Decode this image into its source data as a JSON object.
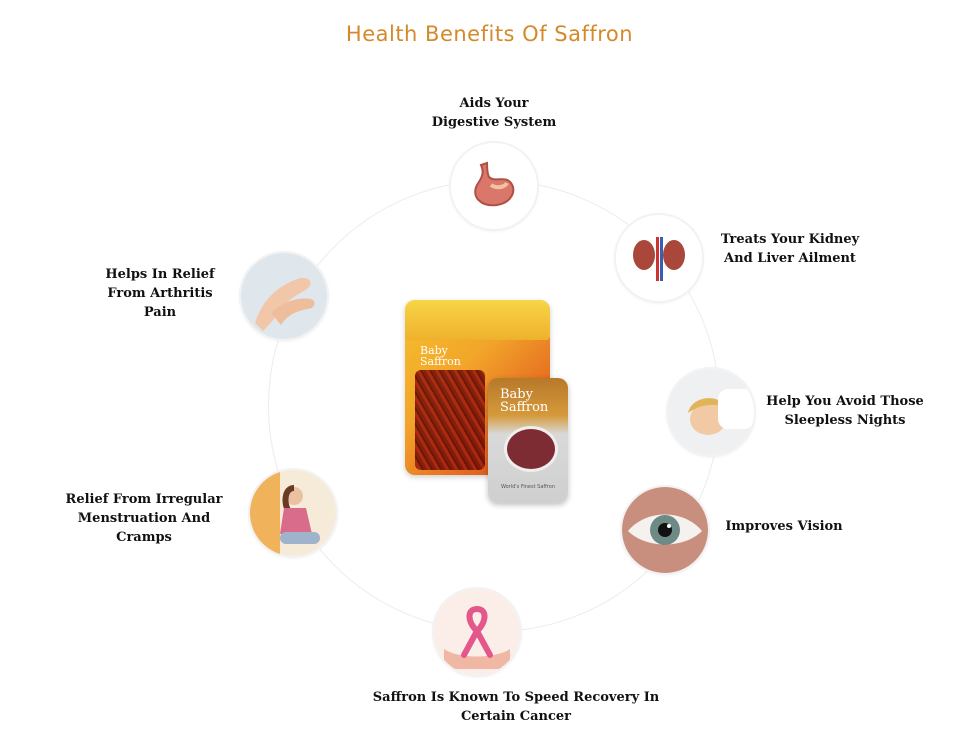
{
  "title": "Health Benefits Of Saffron",
  "product": {
    "brand_line1": "Baby",
    "brand_line2": "Saffron",
    "tagline": "World's Finest Saffron"
  },
  "benefits": [
    {
      "id": "digestive",
      "label_lines": [
        "Aids Your",
        "Digestive System"
      ],
      "icon": "stomach-icon"
    },
    {
      "id": "kidney",
      "label_lines": [
        "Treats Your Kidney",
        "And Liver Ailment"
      ],
      "icon": "kidney-icon"
    },
    {
      "id": "sleep",
      "label_lines": [
        "Help You Avoid Those",
        "Sleepless Nights"
      ],
      "icon": "sleeping-child-icon"
    },
    {
      "id": "vision",
      "label_lines": [
        "Improves Vision"
      ],
      "icon": "eye-icon"
    },
    {
      "id": "cancer",
      "label_lines": [
        "Saffron Is Known To Speed Recovery In",
        "Certain Cancer"
      ],
      "icon": "pink-ribbon-icon"
    },
    {
      "id": "menstruation",
      "label_lines": [
        "Relief From Irregular",
        "Menstruation And",
        "Cramps"
      ],
      "icon": "woman-cramps-icon"
    },
    {
      "id": "arthritis",
      "label_lines": [
        "Helps In Relief",
        "From Arthritis",
        "Pain"
      ],
      "icon": "hands-icon"
    }
  ],
  "colors": {
    "title": "#d4892a",
    "ring": "#ececec"
  }
}
